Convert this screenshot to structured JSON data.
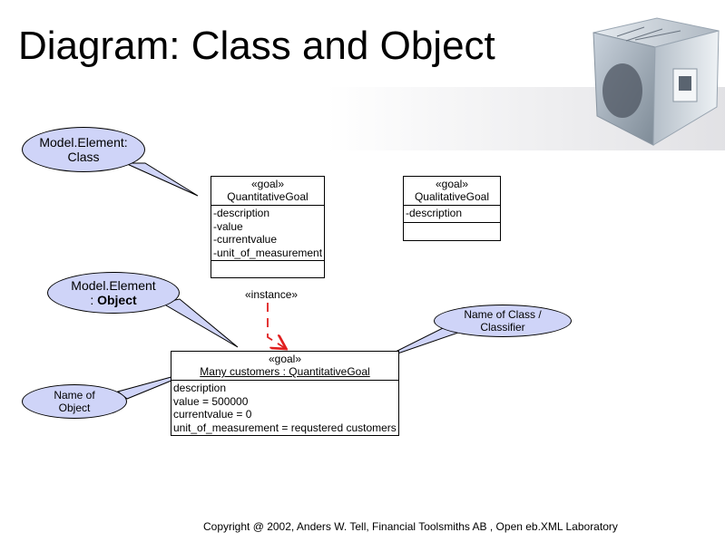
{
  "title": "Diagram: Class and Object",
  "callouts": {
    "class_callout": {
      "line1": "Model.Element:",
      "line2": "Class"
    },
    "object_callout": {
      "line1": "Model.Element",
      "line2_prefix": ": ",
      "line2_bold": "Object"
    },
    "classifier_callout": {
      "line1": "Name of Class /",
      "line2": "Classifier"
    },
    "object_name_callout": {
      "line1": "Name of",
      "line2": "Object"
    }
  },
  "quantitative_class": {
    "stereotype": "«goal»",
    "name": "QuantitativeGoal",
    "attributes": [
      "-description",
      "-value",
      "-currentvalue",
      "-unit_of_measurement"
    ]
  },
  "qualitative_class": {
    "stereotype": "«goal»",
    "name": "QualitativeGoal",
    "attributes": [
      "-description"
    ]
  },
  "instance_label": "«instance»",
  "object_box": {
    "stereotype": "«goal»",
    "name": "Many customers : QuantitativeGoal",
    "attributes": [
      "description",
      "value = 500000",
      "currentvalue = 0",
      "unit_of_measurement = requstered customers"
    ]
  },
  "footer": "Copyright @ 2002, Anders W. Tell, Financial Toolsmiths AB , Open eb.XML Laboratory",
  "colors": {
    "callout_fill": "#cfd4f8",
    "instance_arrow": "#e02020"
  }
}
